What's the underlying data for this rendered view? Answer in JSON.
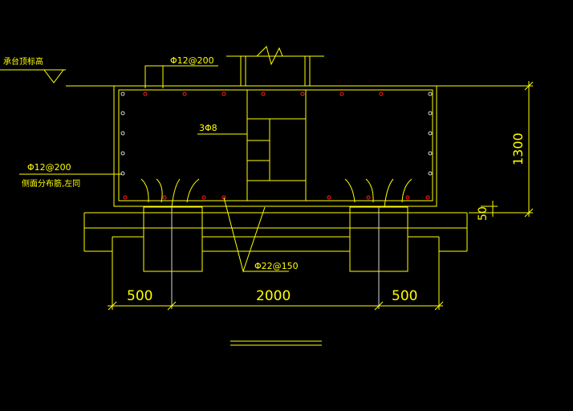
{
  "drawing": {
    "section_title": "4-4",
    "labels": {
      "cap_top_elevation": "承台顶标高",
      "top_rebar": "Φ12@200",
      "stirrup": "3Φ8",
      "side_rebar": "Φ12@200",
      "side_rebar_note": "侧面分布筋,左同",
      "bottom_rebar": "Φ22@150"
    },
    "dimensions": {
      "height": "1300",
      "bottom_cover": "50",
      "left_width": "500",
      "middle_width": "2000",
      "right_width": "500"
    },
    "colors": {
      "background": "#000000",
      "lines": "#ffff00",
      "rebar_dots": "#ff2020",
      "secondary_lines": "#d8d8d8"
    }
  }
}
